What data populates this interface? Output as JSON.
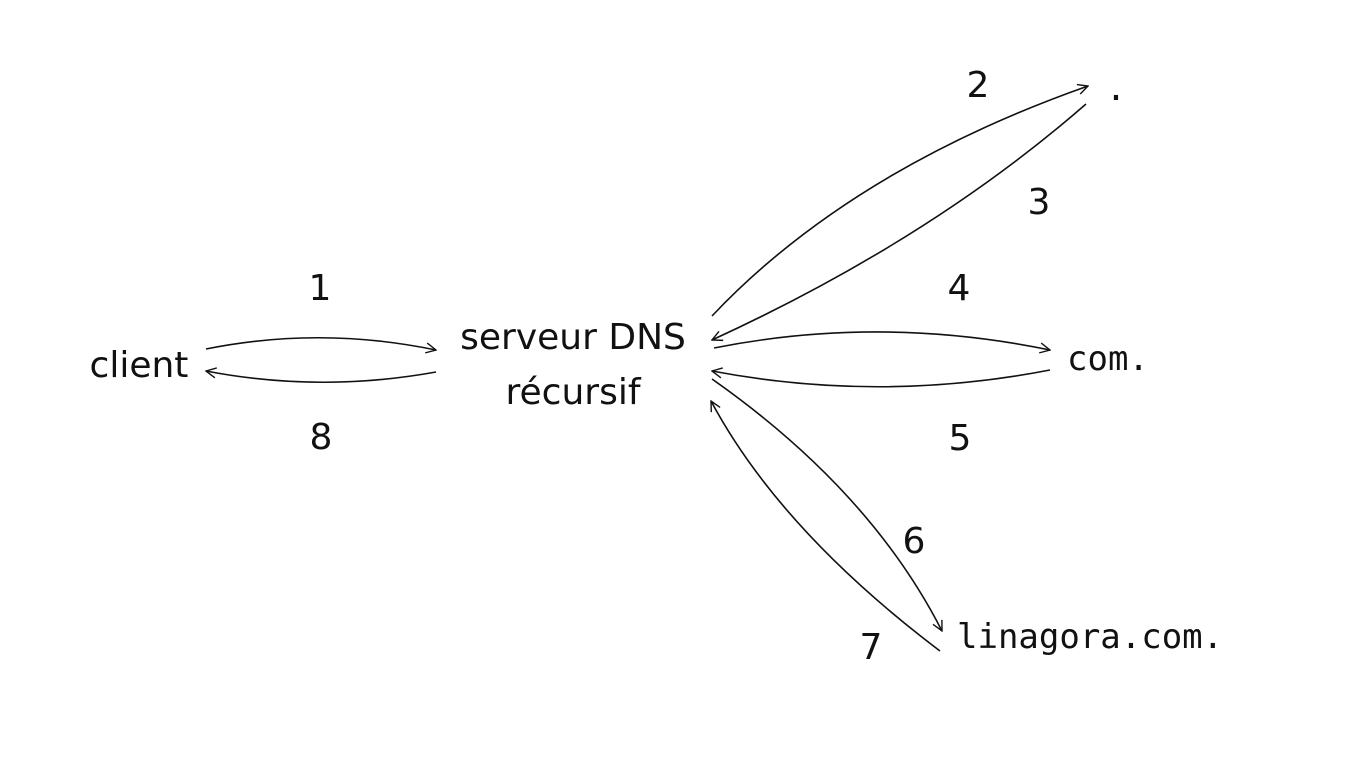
{
  "nodes": {
    "client": "client",
    "resolver_line1": "serveur DNS",
    "resolver_line2": "récursif",
    "root": ".",
    "tld": "com.",
    "domain": "linagora.com."
  },
  "steps": {
    "s1": "1",
    "s2": "2",
    "s3": "3",
    "s4": "4",
    "s5": "5",
    "s6": "6",
    "s7": "7",
    "s8": "8"
  },
  "colors": {
    "ink": "#111111",
    "background": "#ffffff"
  }
}
